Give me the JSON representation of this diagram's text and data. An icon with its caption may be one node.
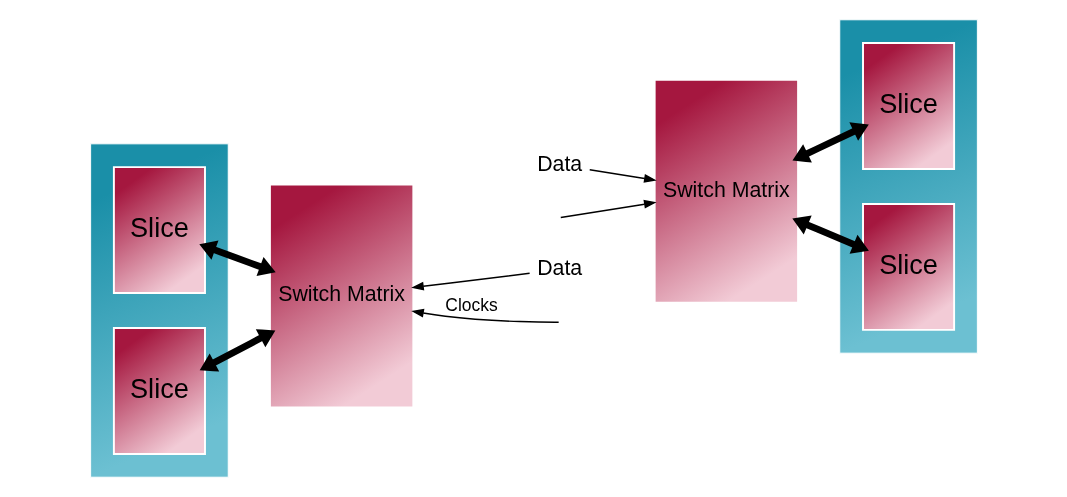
{
  "diagram": {
    "nodes": [
      {
        "text": [],
        "shape": "box"
      },
      {
        "text": [
          "Slice"
        ],
        "in": 0
      },
      {
        "text": [
          "Slice"
        ],
        "in": 0
      },
      {
        "text": [
          "Switch Matrix"
        ]
      },
      {
        "text": [
          "Switch Matrix"
        ]
      },
      {
        "text": [],
        "shape": "box"
      },
      {
        "text": [
          "Slice"
        ],
        "in": 5
      },
      {
        "text": [
          "Slice"
        ],
        "in": 5
      },
      {
        "text": [
          "Data"
        ]
      },
      {
        "text": [
          "Data"
        ]
      }
    ],
    "edges": [
      {
        "from": 1,
        "to": 3,
        "arrow": "both",
        "style": "thick"
      },
      {
        "from": 2,
        "to": 3,
        "arrow": "both",
        "style": "thick"
      },
      {
        "from": null,
        "to": 3,
        "arrow": "to",
        "label": "Clocks"
      },
      {
        "from": null,
        "to": 4,
        "arrow": "to"
      },
      {
        "from": 8,
        "to": 3,
        "arrow": "to"
      },
      {
        "from": 9,
        "to": 4,
        "arrow": "to"
      },
      {
        "from": 4,
        "to": 6,
        "arrow": "both",
        "style": "thick"
      },
      {
        "from": 4,
        "to": 7,
        "arrow": "both",
        "style": "thick"
      }
    ]
  }
}
